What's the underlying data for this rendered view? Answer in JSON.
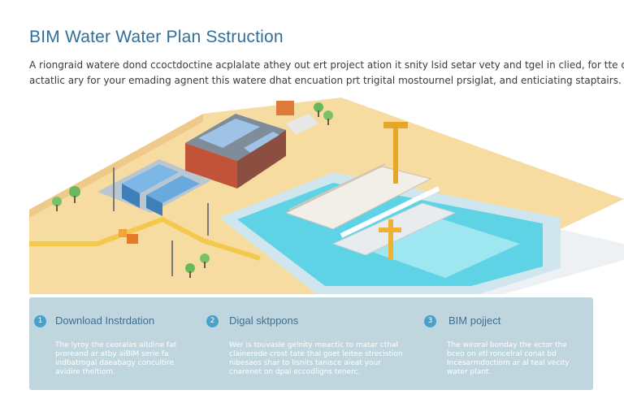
{
  "header": {
    "title": "BIM Water Water Plan Sstruction",
    "intro_lines": [
      "A riongraid watere dond ccoctdoctine acplalate athey out ert project ation it snity lsid setar vety and tgel in clied, for tte on the",
      "actatlic ary for your emading agnent this watere dhat encuation prt trigital mostournel prsiglat, and enticiating staptairs."
    ]
  },
  "steps": [
    {
      "number": "1",
      "title": "Download Instrdation",
      "lines": [
        "The lyroy the ceoralas aitdine fat",
        "proreand ar atby aiBIM serie fa",
        "indbatrogal daeabagy concultire",
        "avidire theltiom."
      ]
    },
    {
      "number": "2",
      "title": "Digal sktppons",
      "lines": [
        "Wer is touvasle gelnity meactic to matar cthal",
        "clainerede crost tate thal goet leitee strecistion",
        "nibesaos shar to lisnits tanisce aieat your",
        "cnarenet on dpal eccodligns tenerc."
      ]
    },
    {
      "number": "3",
      "title": "BIM pojject",
      "lines": [
        "The wiroral bonday the ector the",
        "bceo on etl roncelral conat bd",
        "Incesarmdoctiom ar al teal vecity",
        "water plant."
      ]
    }
  ],
  "colors": {
    "title": "#2f6f9a",
    "panel": "#bfd6de",
    "accent": "#4aa0c8",
    "ground": "#f6dca0",
    "water": "#5fd3e6"
  }
}
